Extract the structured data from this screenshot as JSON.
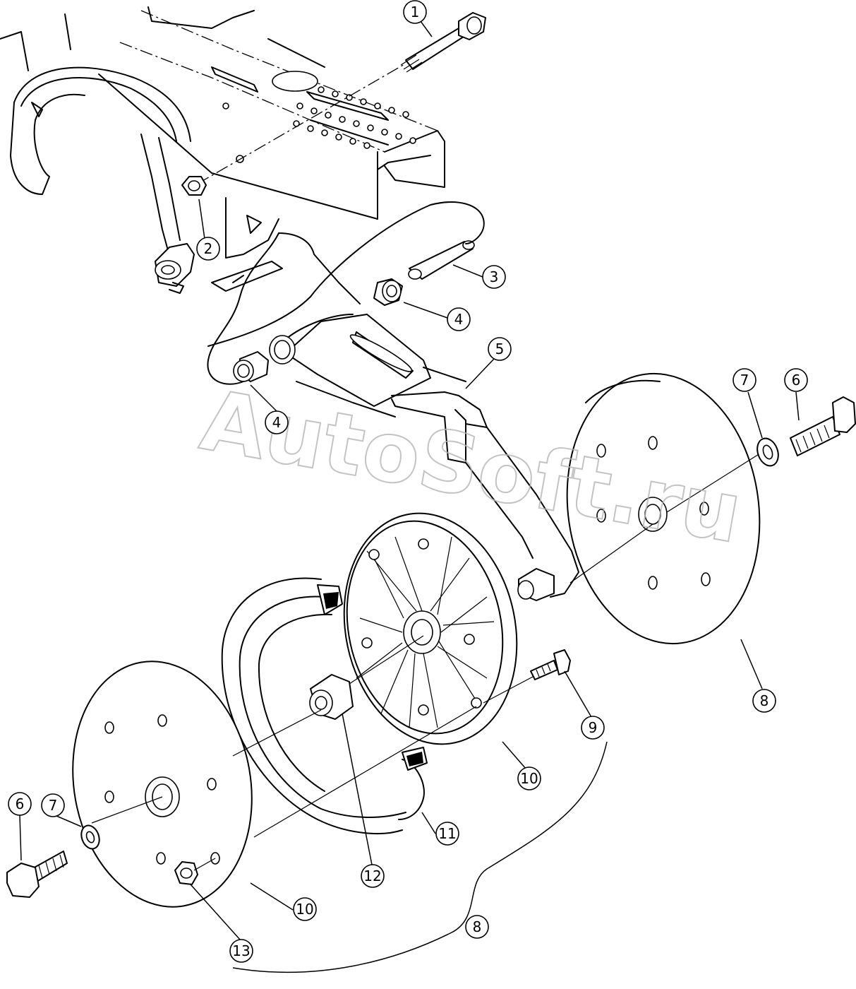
{
  "diagram": {
    "watermark": "AutoSoft.ru",
    "callouts": [
      {
        "id": "c1",
        "label": "1"
      },
      {
        "id": "c2",
        "label": "2"
      },
      {
        "id": "c3",
        "label": "3"
      },
      {
        "id": "c4a",
        "label": "4"
      },
      {
        "id": "c4b",
        "label": "4"
      },
      {
        "id": "c5",
        "label": "5"
      },
      {
        "id": "c6a",
        "label": "6"
      },
      {
        "id": "c6b",
        "label": "6"
      },
      {
        "id": "c7a",
        "label": "7"
      },
      {
        "id": "c7b",
        "label": "7"
      },
      {
        "id": "c8a",
        "label": "8"
      },
      {
        "id": "c8b",
        "label": "8"
      },
      {
        "id": "c9",
        "label": "9"
      },
      {
        "id": "c10a",
        "label": "10"
      },
      {
        "id": "c10b",
        "label": "10"
      },
      {
        "id": "c11",
        "label": "11"
      },
      {
        "id": "c12",
        "label": "12"
      },
      {
        "id": "c13",
        "label": "13"
      }
    ]
  }
}
